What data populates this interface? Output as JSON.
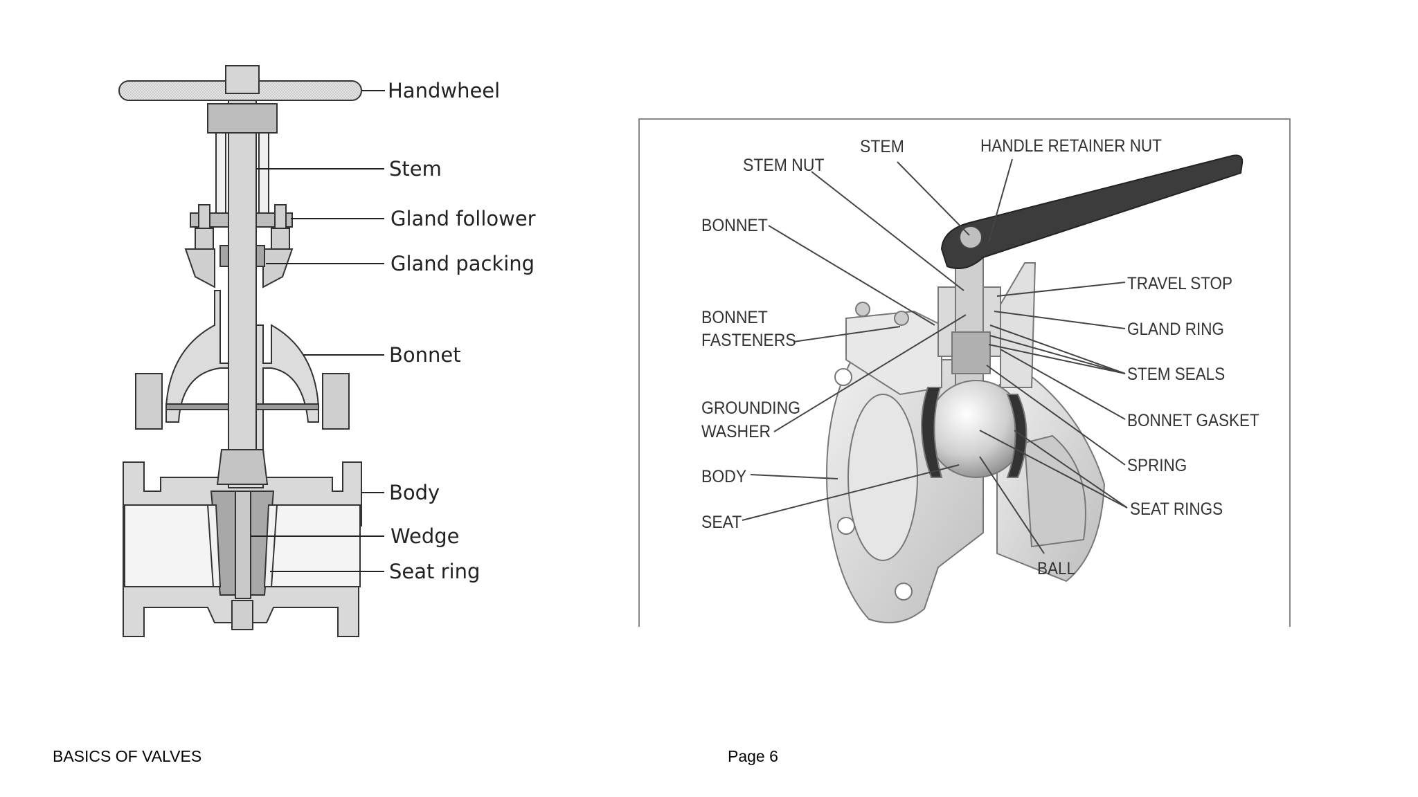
{
  "gate_valve": {
    "labels": {
      "handwheel": "Handwheel",
      "stem": "Stem",
      "gland_follower": "Gland follower",
      "gland_packing": "Gland packing",
      "bonnet": "Bonnet",
      "body": "Body",
      "wedge": "Wedge",
      "seat_ring": "Seat ring"
    }
  },
  "ball_valve": {
    "labels": {
      "stem_nut": "STEM NUT",
      "stem": "STEM",
      "handle_retainer_nut": "HANDLE RETAINER NUT",
      "bonnet": "BONNET",
      "bonnet_fasteners_1": "BONNET",
      "bonnet_fasteners_2": "FASTENERS",
      "grounding_washer_1": "GROUNDING",
      "grounding_washer_2": "WASHER",
      "body": "BODY",
      "seat": "SEAT",
      "travel_stop": "TRAVEL STOP",
      "gland_ring": "GLAND RING",
      "stem_seals": "STEM SEALS",
      "bonnet_gasket": "BONNET GASKET",
      "spring": "SPRING",
      "seat_rings": "SEAT RINGS",
      "ball": "BALL"
    }
  },
  "footer": {
    "title": "BASICS OF VALVES",
    "page": "Page 6"
  }
}
